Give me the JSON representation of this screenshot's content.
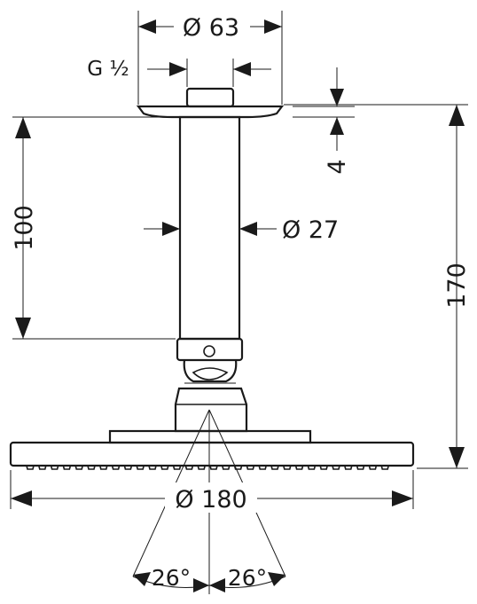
{
  "diagram": {
    "labels": {
      "flange_diameter": "Ø 63",
      "thread": "G ½",
      "flange_thickness": "4",
      "arm_length": "100",
      "arm_diameter": "Ø 27",
      "total_height": "170",
      "head_diameter": "Ø 180",
      "angle_left": "26°",
      "angle_right": "26°"
    },
    "colors": {
      "line": "#1a1a1a",
      "background": "#ffffff"
    }
  }
}
